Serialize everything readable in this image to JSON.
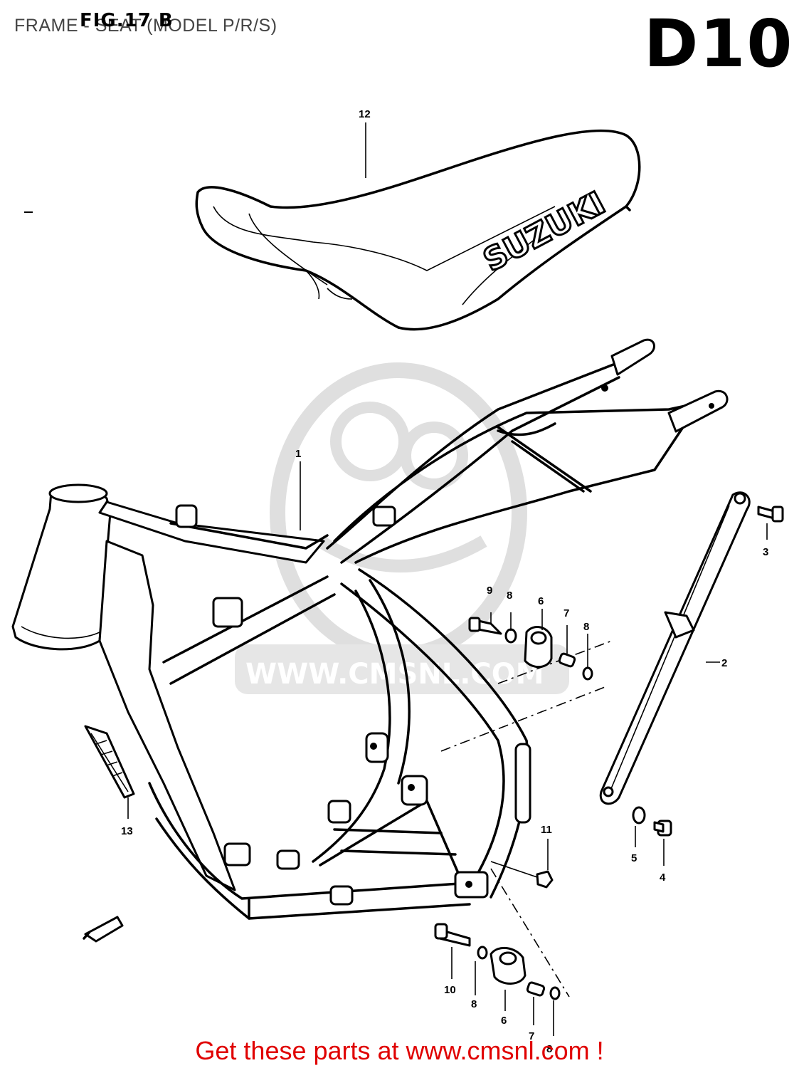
{
  "header": {
    "title": "FRAME - SEAT (MODEL P/R/S)",
    "figure_number": "FIG.17 B",
    "diagram_code": "D10"
  },
  "seat_brand": "SUZUKI",
  "watermark": "WWW.CMSNL.COM",
  "callouts": [
    "1",
    "2",
    "3",
    "4",
    "5",
    "6",
    "6",
    "7",
    "7",
    "8",
    "8",
    "8",
    "8",
    "9",
    "10",
    "11",
    "12",
    "13"
  ],
  "footer": {
    "link_text": "Get these parts at www.cmsnl.com !"
  },
  "colors": {
    "footer_text": "#e00000",
    "line_art": "#000000",
    "watermark": "#d6d6d6"
  }
}
